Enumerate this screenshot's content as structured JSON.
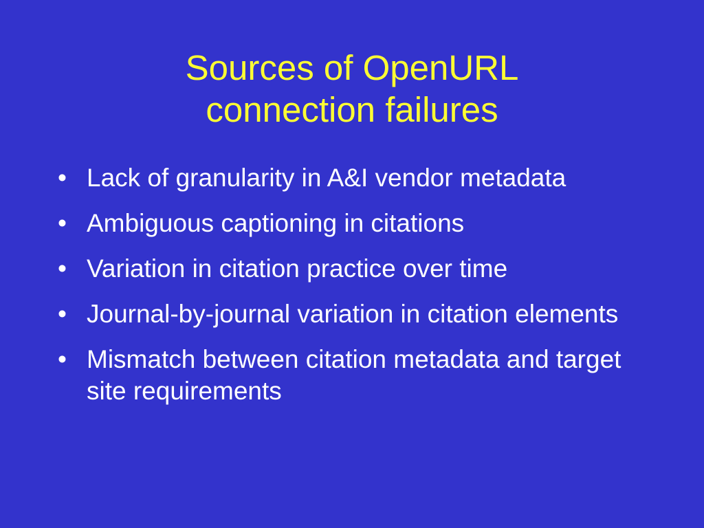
{
  "slide": {
    "title_line1": "Sources of OpenURL",
    "title_line2": "connection failures",
    "bullet_char": "•",
    "bullets": [
      {
        "text": "Lack of granularity in A&I vendor metadata"
      },
      {
        "text": "Ambiguous captioning in citations"
      },
      {
        "text": "Variation in citation practice over time"
      },
      {
        "text": "Journal-by-journal variation in citation elements"
      },
      {
        "text": "Mismatch between citation metadata and target site requirements"
      }
    ]
  },
  "colors": {
    "background": "#3333cc",
    "title": "#ffff33",
    "body_text": "#ffffff"
  }
}
